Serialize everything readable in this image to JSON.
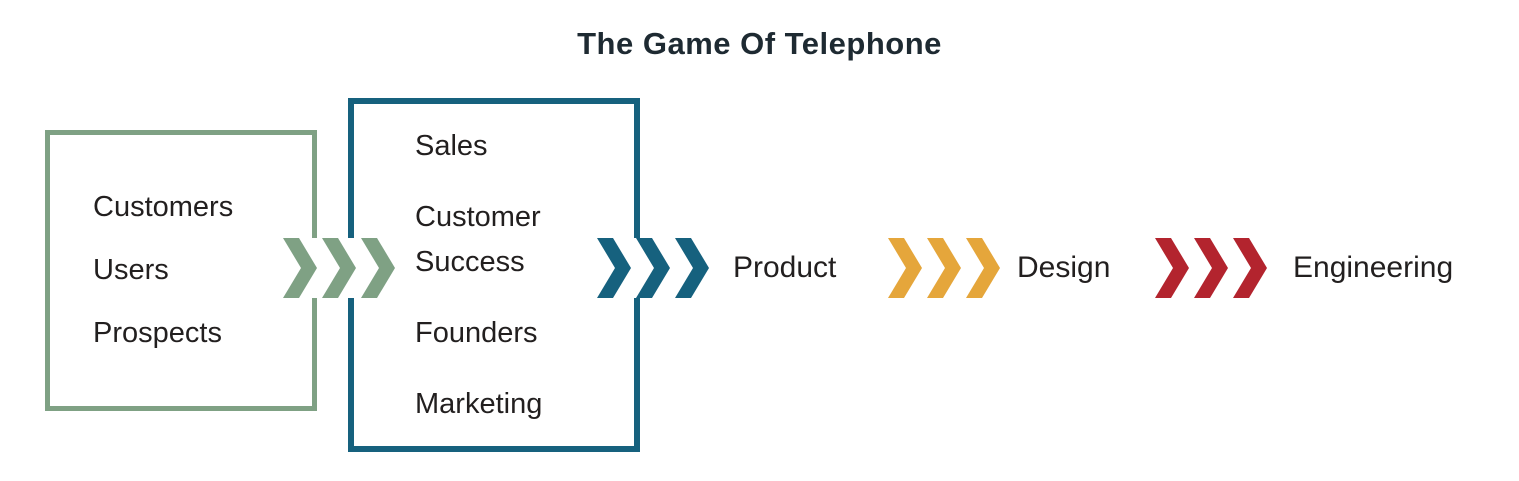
{
  "title": "The Game Of Telephone",
  "colors": {
    "green": "#7FA184",
    "teal": "#16617E",
    "gold": "#E5A63B",
    "red": "#B3242E",
    "text": "#221F1F",
    "title_text": "#1E2A32"
  },
  "source_box": {
    "items": [
      "Customers",
      "Users",
      "Prospects"
    ]
  },
  "frontline_box": {
    "items": [
      "Sales",
      "Customer Success",
      "Founders",
      "Marketing"
    ]
  },
  "stages": {
    "product": "Product",
    "design": "Design",
    "engineering": "Engineering"
  }
}
